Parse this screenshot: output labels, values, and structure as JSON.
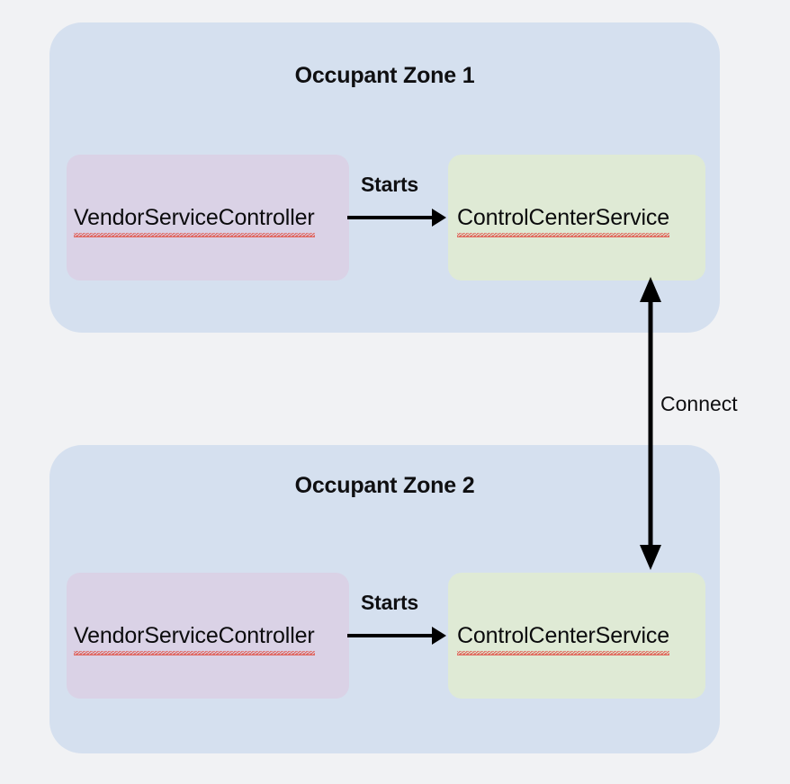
{
  "diagram": {
    "type": "architecture-block-diagram",
    "background_color": "#f1f2f4",
    "zones": [
      {
        "id": "occupant-zone-1",
        "title": "Occupant Zone 1",
        "color": "#d5e0ef",
        "nodes": [
          {
            "id": "vendor-service-controller-1",
            "label": "VendorServiceController",
            "color": "#dad2e6",
            "spellcheck_underline": true
          },
          {
            "id": "control-center-service-1",
            "label": "ControlCenterService",
            "color": "#dfead5",
            "spellcheck_underline": true
          }
        ],
        "edge_label": "Starts"
      },
      {
        "id": "occupant-zone-2",
        "title": "Occupant Zone 2",
        "color": "#d5e0ef",
        "nodes": [
          {
            "id": "vendor-service-controller-2",
            "label": "VendorServiceController",
            "color": "#dad2e6",
            "spellcheck_underline": true
          },
          {
            "id": "control-center-service-2",
            "label": "ControlCenterService",
            "color": "#dfead5",
            "spellcheck_underline": true
          }
        ],
        "edge_label": "Starts"
      }
    ],
    "cross_zone_edge": {
      "label": "Connect",
      "direction": "bidirectional",
      "from": "control-center-service-1",
      "to": "control-center-service-2",
      "color": "#000000"
    },
    "arrow_color": "#000000",
    "underline_color": "#e2564c",
    "text_color": "#0f0f11"
  }
}
